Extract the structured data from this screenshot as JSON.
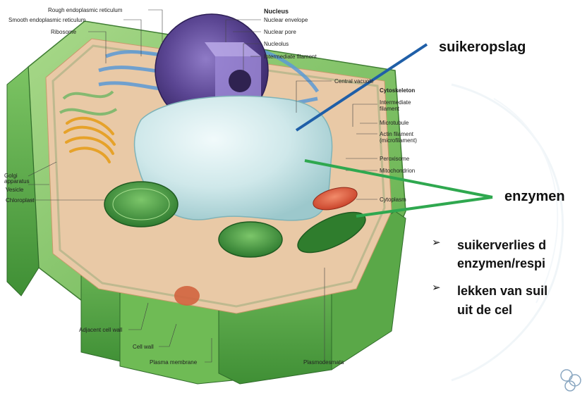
{
  "diagram": {
    "labels_left": {
      "rough_er": "Rough endoplasmic reticulum",
      "smooth_er": "Smooth endoplasmic reticulum",
      "ribosome": "Ribosome",
      "golgi_1": "Golgi",
      "golgi_2": "apparatus",
      "vesicle": "Vesicle",
      "chloroplast": "Chloroplast"
    },
    "labels_nucleus": {
      "heading": "Nucleus",
      "envelope": "Nuclear envelope",
      "pore": "Nuclear pore",
      "nucleolus": "Nucleolus",
      "filament": "Intermediate filament"
    },
    "labels_right": {
      "vacuole": "Central vacuole",
      "cytoskeleton": "Cytoskeleton",
      "intermediate_1": "Intermediate",
      "intermediate_2": "filament",
      "microtubule": "Microtubule",
      "actin_1": "Actin filament",
      "actin_2": "(microfilament)",
      "peroxisome": "Peroxisome",
      "mitochondrion": "Mitochondrion",
      "cytoplasm": "Cytoplasm"
    },
    "labels_bottom": {
      "adjacent_wall": "Adjacent cell wall",
      "cell_wall": "Cell wall",
      "membrane": "Plasma membrane",
      "plasmodesmata": "Plasmodesmata"
    }
  },
  "annotations": {
    "sugar_storage": "suikeropslag",
    "enzymes": "enzymen",
    "bullets": [
      {
        "line1": "suikerverlies d",
        "line2": "enzymen/respi"
      },
      {
        "line1": "lekken van suil",
        "line2": "uit de cel"
      }
    ]
  },
  "colors": {
    "blue_pointer": "#1f5fa8",
    "green_pointer": "#2fa84f"
  }
}
